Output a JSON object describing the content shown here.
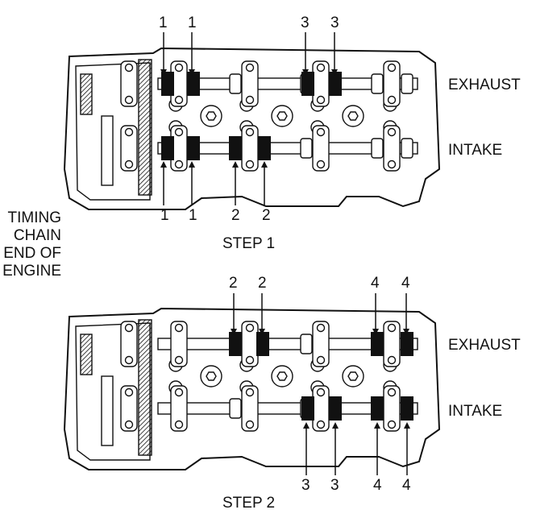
{
  "note": [
    "TIMING",
    "CHAIN",
    "END OF",
    "ENGINE"
  ],
  "step1": {
    "title": "STEP 1",
    "exhaust_label": "EXHAUST",
    "intake_label": "INTAKE",
    "top_numbers": [
      "1",
      "1",
      "3",
      "3"
    ],
    "bottom_numbers": [
      "1",
      "1",
      "2",
      "2"
    ]
  },
  "step2": {
    "title": "STEP 2",
    "exhaust_label": "EXHAUST",
    "intake_label": "INTAKE",
    "top_numbers": [
      "2",
      "2",
      "4",
      "4"
    ],
    "bottom_numbers": [
      "3",
      "3",
      "4",
      "4"
    ]
  }
}
